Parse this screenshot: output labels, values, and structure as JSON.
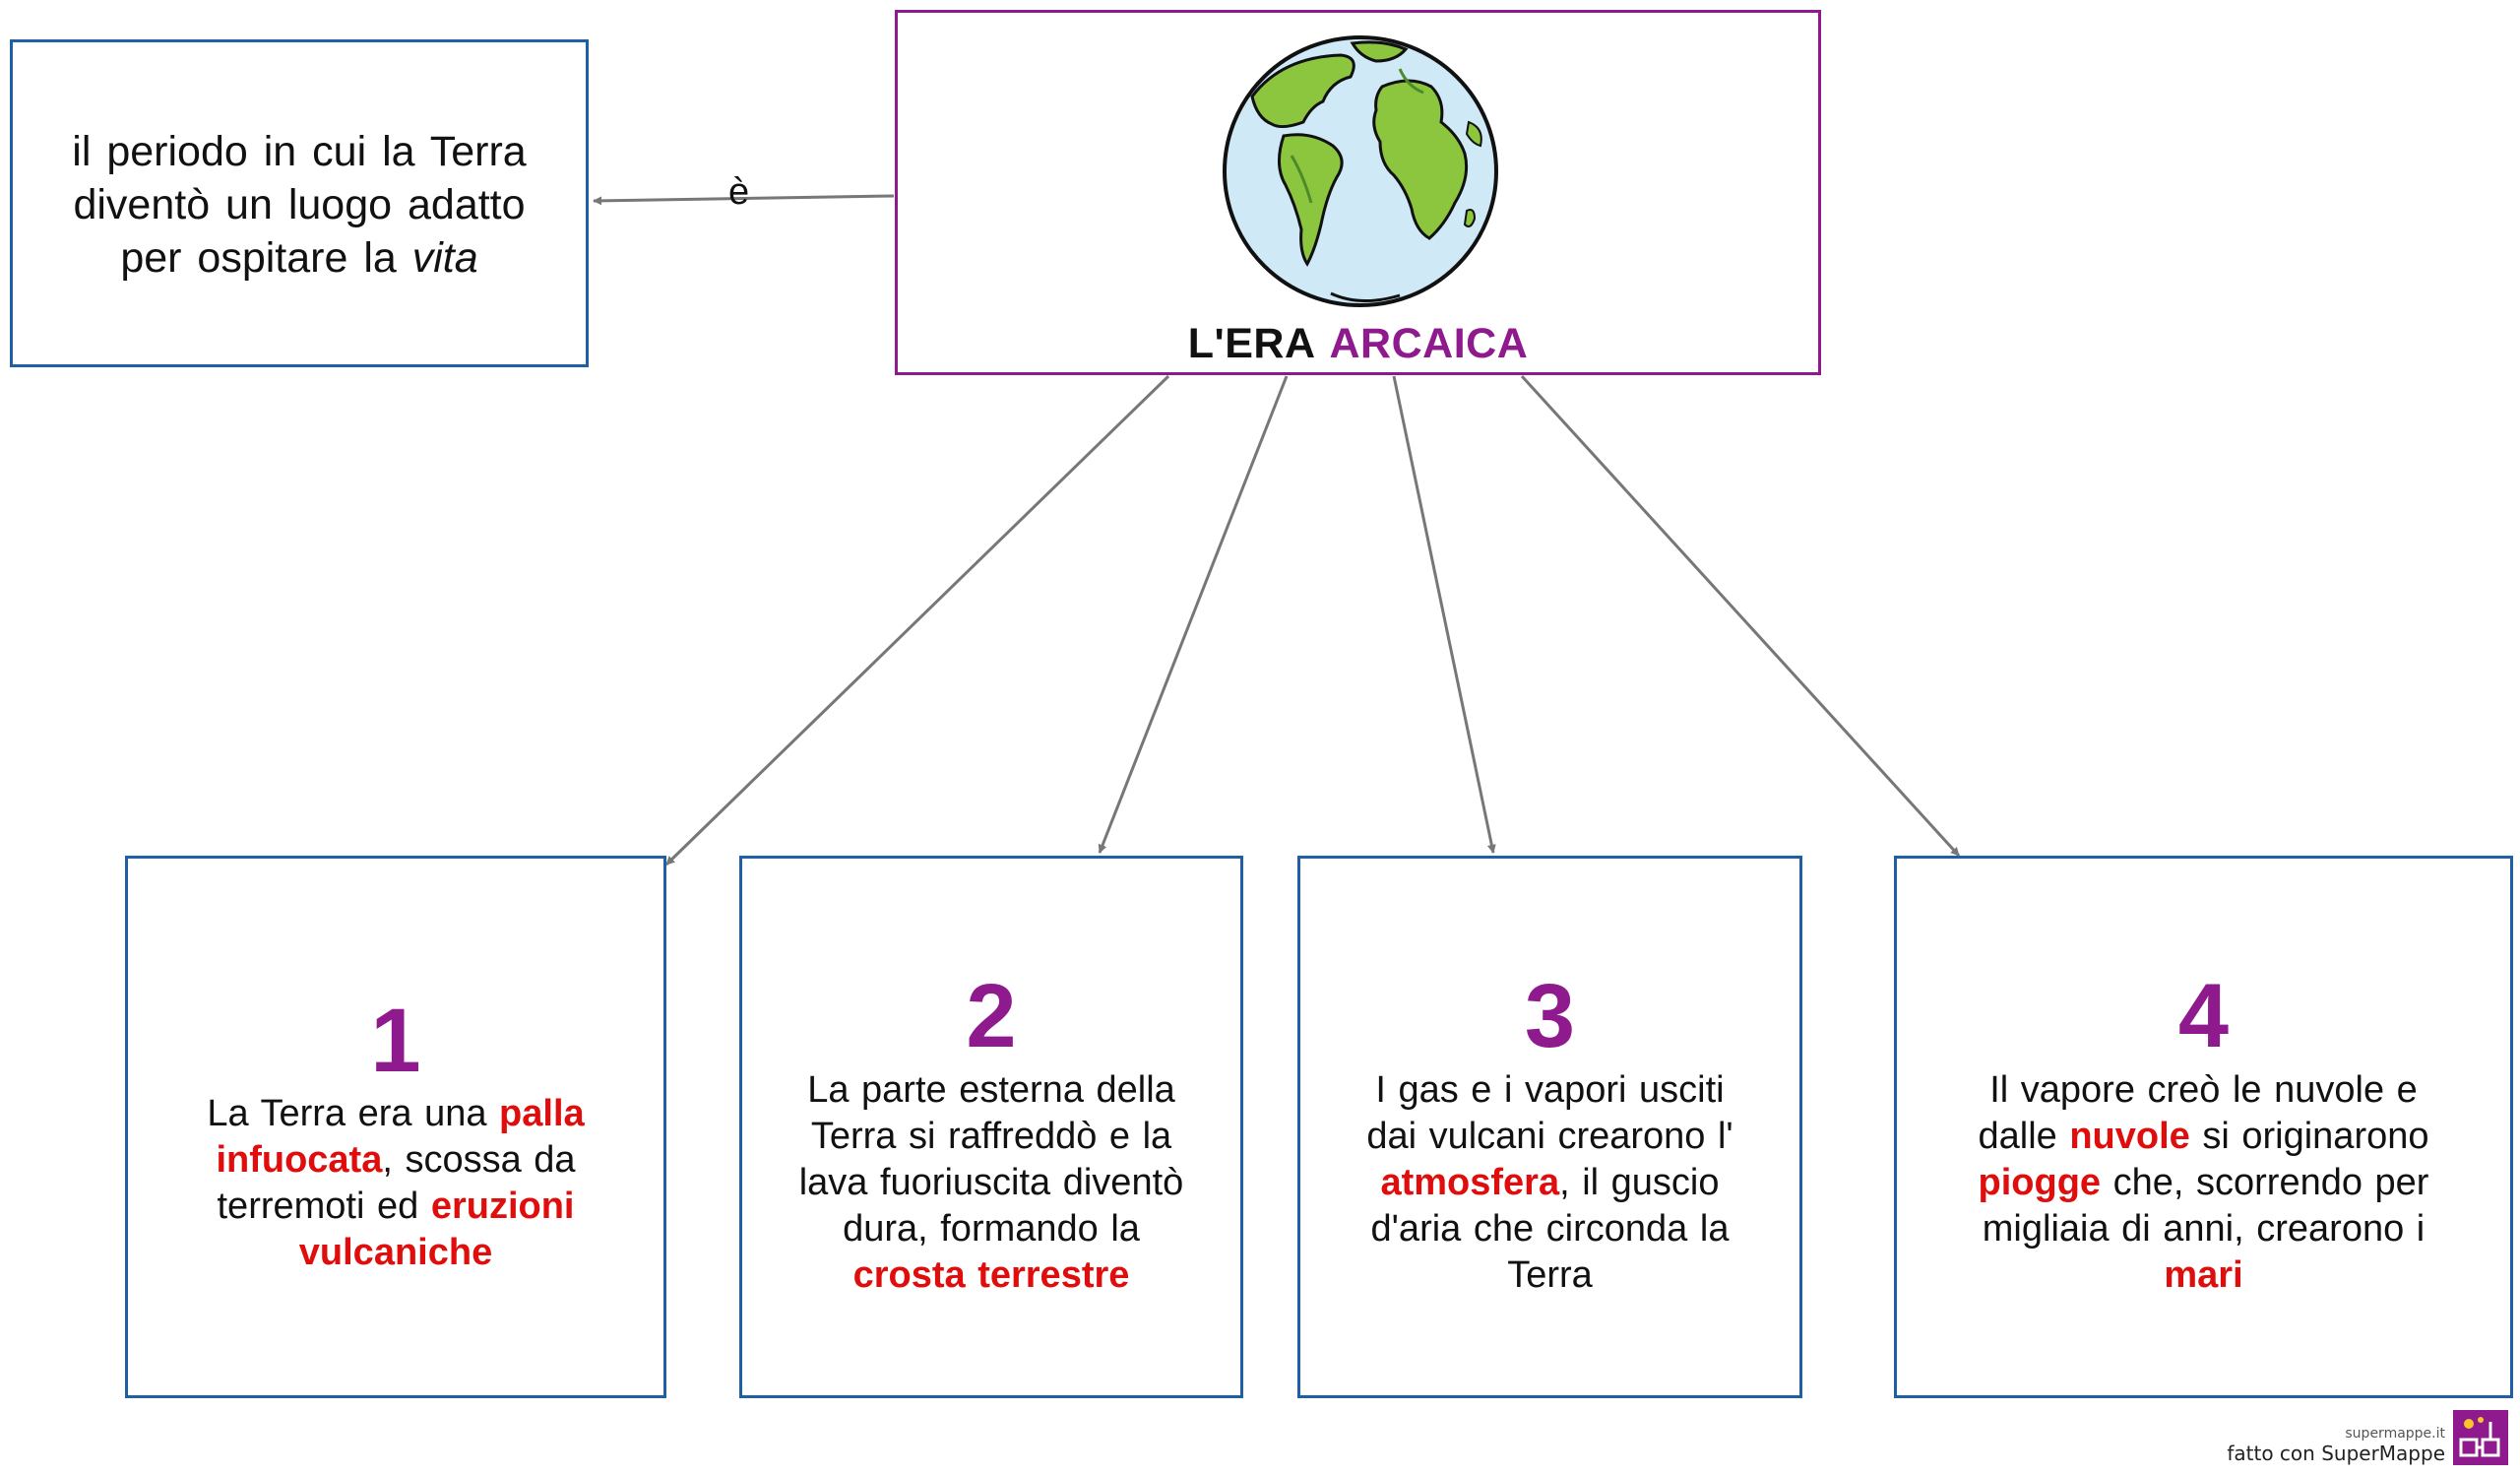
{
  "definition": {
    "lines": [
      "il periodo in cui la Terra",
      "diventò un luogo adatto",
      "per ospitare la "
    ],
    "emphasis": "vita"
  },
  "edge_label": "è",
  "central": {
    "title_part1": "L'ERA",
    "title_part2": "ARCAICA",
    "image": "earth-globe-icon"
  },
  "steps": [
    {
      "number": "1",
      "lines": [
        [
          {
            "t": "La Terra era una "
          },
          {
            "t": "palla",
            "hl": true
          }
        ],
        [
          {
            "t": "infuocata",
            "hl": true
          },
          {
            "t": ", scossa da"
          }
        ],
        [
          {
            "t": "terremoti ed "
          },
          {
            "t": "eruzioni",
            "hl": true
          }
        ],
        [
          {
            "t": "vulcaniche",
            "hl": true
          }
        ]
      ]
    },
    {
      "number": "2",
      "lines": [
        [
          {
            "t": "La parte esterna della"
          }
        ],
        [
          {
            "t": "Terra si raffreddò e la"
          }
        ],
        [
          {
            "t": "lava fuoriuscita diventò"
          }
        ],
        [
          {
            "t": "dura, formando la"
          }
        ],
        [
          {
            "t": "crosta terrestre",
            "hl": true
          }
        ]
      ]
    },
    {
      "number": "3",
      "lines": [
        [
          {
            "t": "I gas e i vapori usciti"
          }
        ],
        [
          {
            "t": "dai vulcani crearono l'"
          }
        ],
        [
          {
            "t": "atmosfera",
            "hl": true
          },
          {
            "t": ", il guscio"
          }
        ],
        [
          {
            "t": "d'aria che circonda la"
          }
        ],
        [
          {
            "t": "Terra"
          }
        ]
      ]
    },
    {
      "number": "4",
      "lines": [
        [
          {
            "t": "Il vapore creò le nuvole e"
          }
        ],
        [
          {
            "t": "dalle "
          },
          {
            "t": "nuvole",
            "hl": true
          },
          {
            "t": " si originarono"
          }
        ],
        [
          {
            "t": "piogge",
            "hl": true
          },
          {
            "t": " che, scorrendo per"
          }
        ],
        [
          {
            "t": "migliaia di anni, crearono i"
          }
        ],
        [
          {
            "t": "mari",
            "hl": true
          }
        ]
      ]
    }
  ],
  "footer": {
    "url": "supermappe.it",
    "made_with": "fatto con SuperMappe",
    "logo": "supermappe-logo-icon"
  },
  "colors": {
    "box_border": "#1f5fa6",
    "central_border": "#8e1a8e",
    "accent_purple": "#8e1a8e",
    "highlight_red": "#e00d0d",
    "connector": "#777777"
  }
}
